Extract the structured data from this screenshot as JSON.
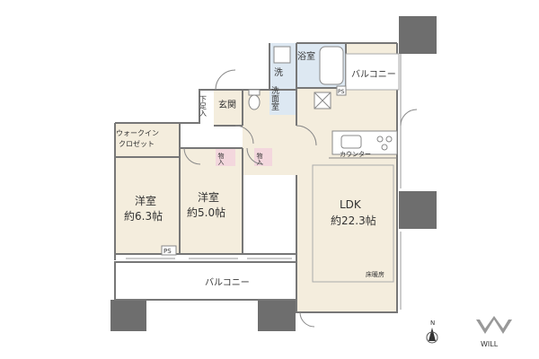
{
  "rooms": {
    "bath": "浴室",
    "washroom": "洗面室",
    "entrance": "玄関",
    "shoe": "下足入",
    "walkin_line1": "ウォークイン",
    "walkin_line2": "クロゼット",
    "room1_name": "洋室",
    "room1_size": "約6.3帖",
    "room2_name": "洋室",
    "room2_size": "約5.0帖",
    "ldk_name": "LDK",
    "ldk_size": "約22.3帖",
    "storage1": "物入",
    "storage2": "物入",
    "counter": "カウンター",
    "floor_heating": "床暖房",
    "balcony_top": "バルコニー",
    "balcony_bottom": "バルコニー",
    "ps_top": "PS",
    "ps_bottom": "PS"
  },
  "compass": {
    "north": "N"
  },
  "logo": {
    "text": "WILL"
  },
  "colors": {
    "wall": "#6e6e6e",
    "floor_wood": "#f5efe0",
    "floor_wet": "#dde8f2",
    "floor_balcony": "#ffffff",
    "room_floor": "#f4eddd",
    "storage_pink": "#f3d7dd"
  }
}
